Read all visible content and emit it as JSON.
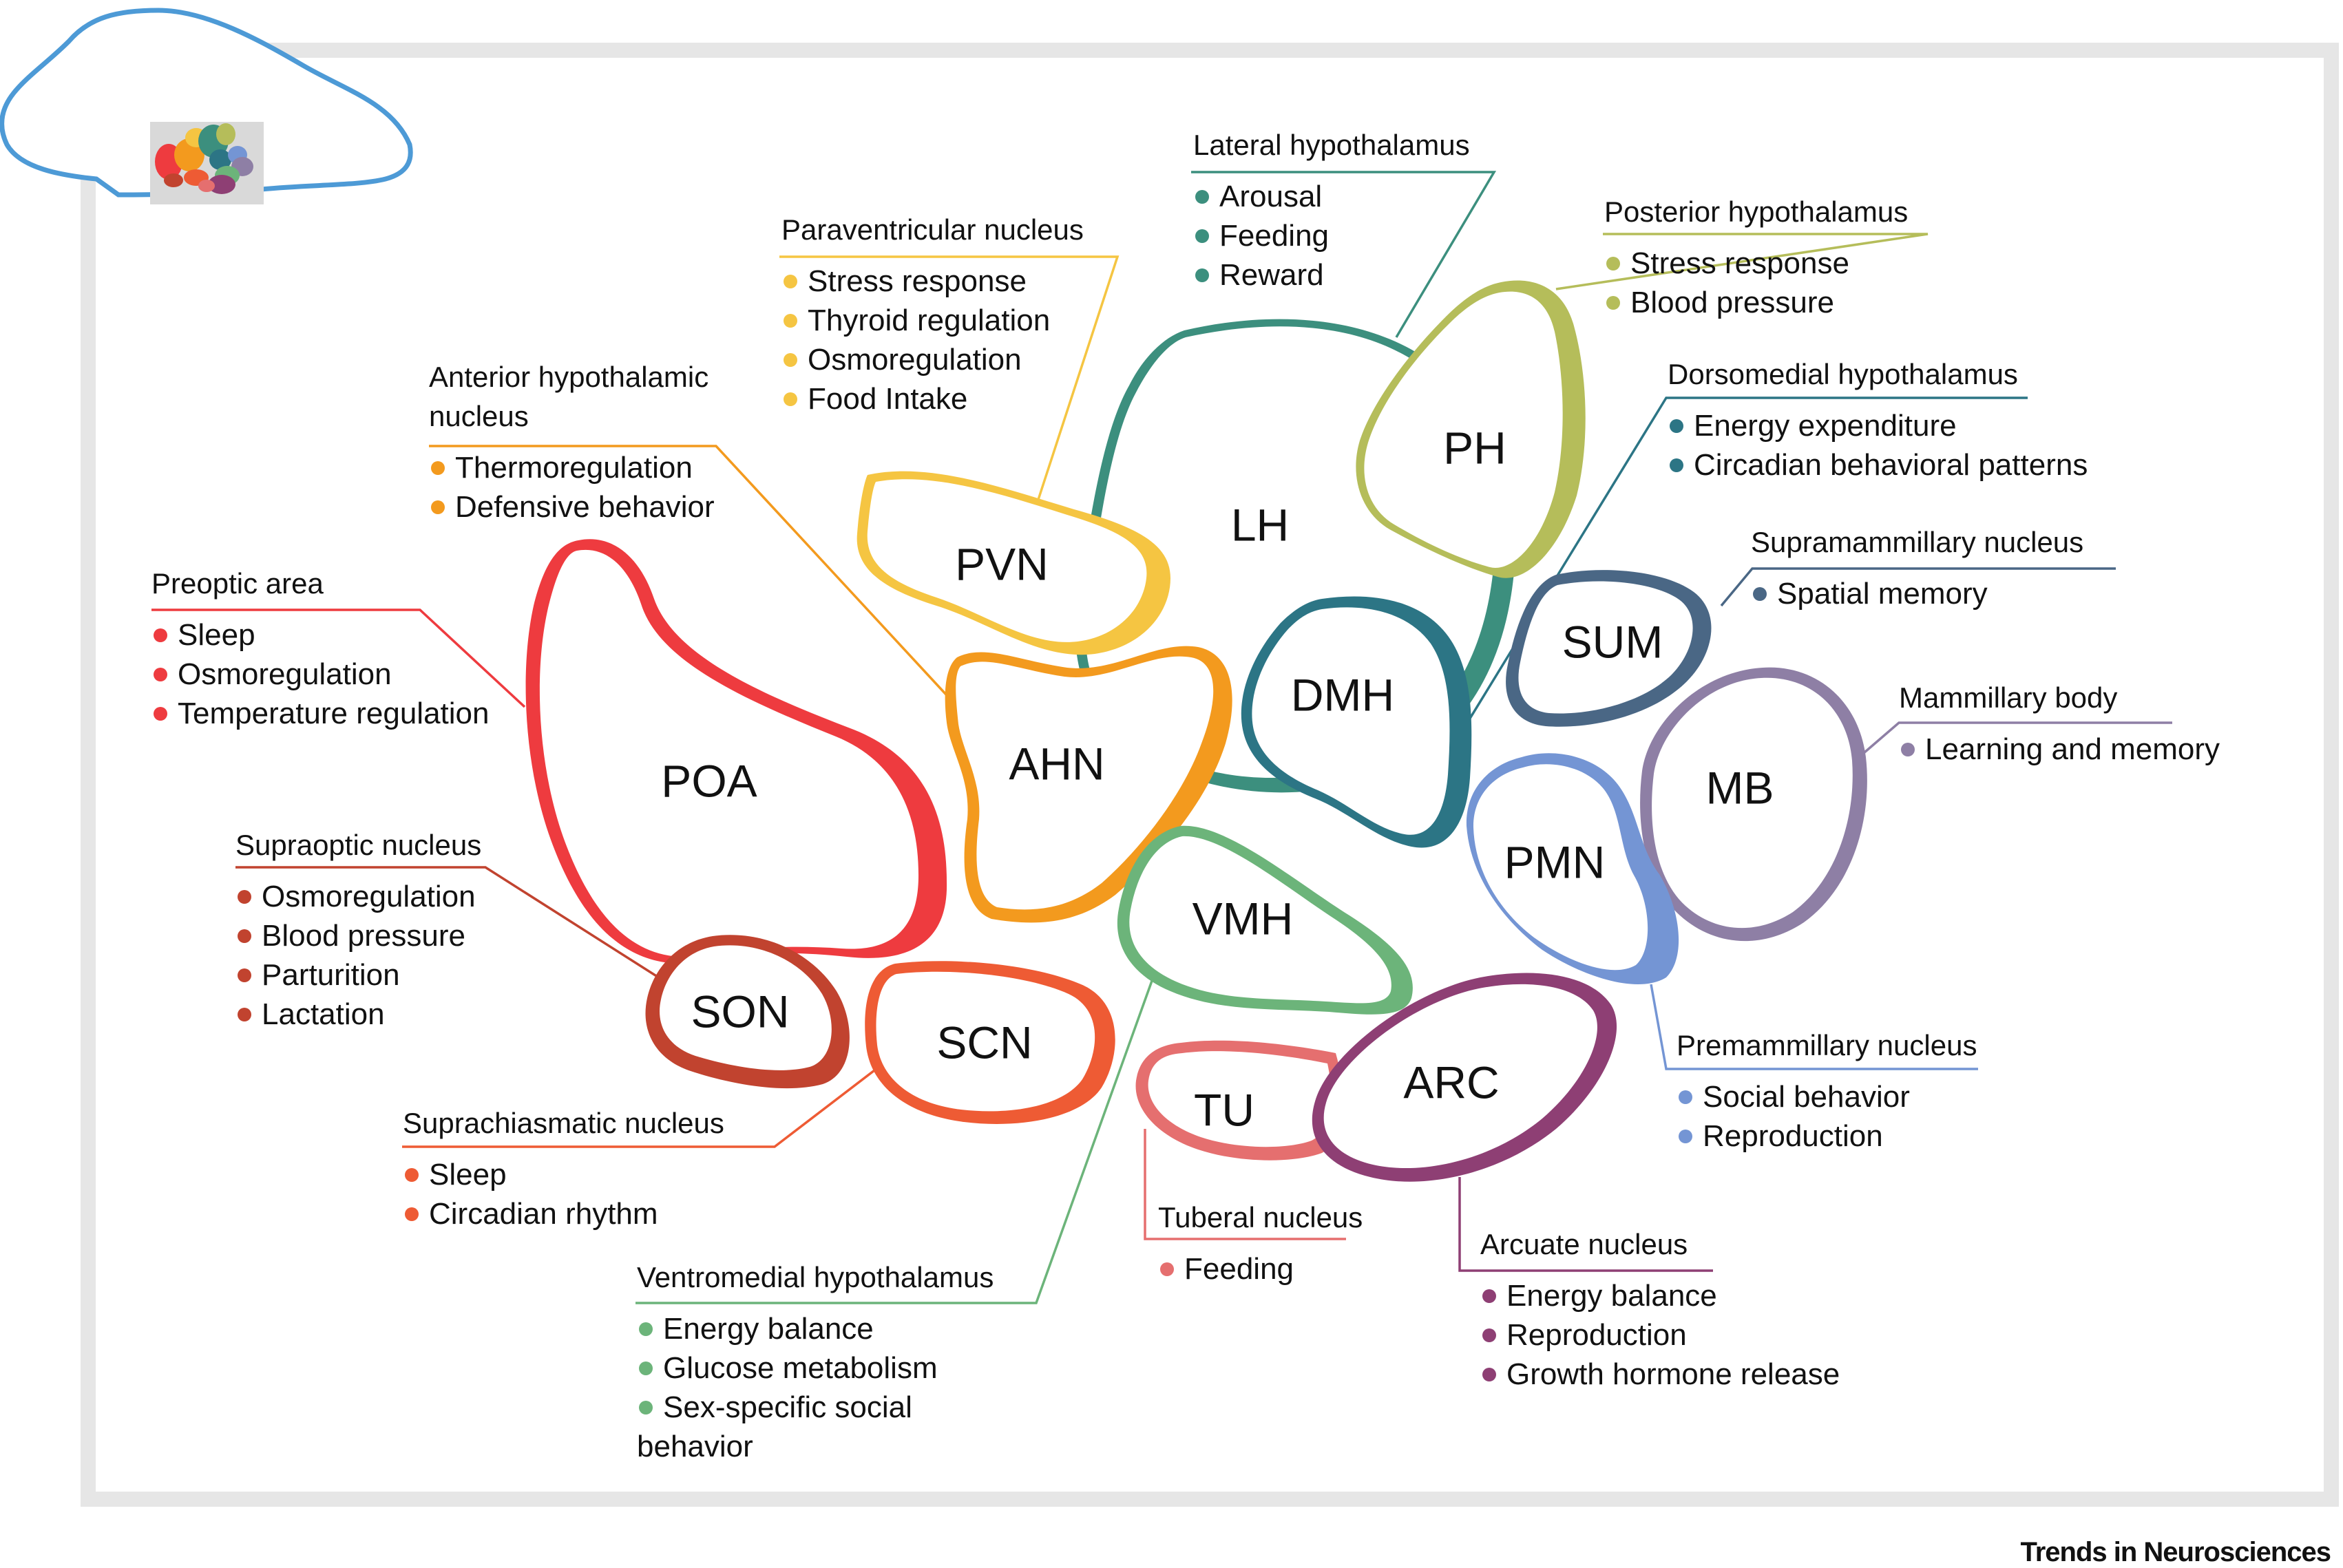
{
  "credit": "Trends in Neurosciences",
  "regions": [
    {
      "id": "poa",
      "abbr": "POA",
      "title": [
        "Preoptic area"
      ],
      "items": [
        [
          "Sleep"
        ],
        [
          "Osmoregulation"
        ],
        [
          "Temperature regulation"
        ]
      ],
      "color": "#EE3B3F"
    },
    {
      "id": "ahn",
      "abbr": "AHN",
      "title": [
        "Anterior hypothalamic",
        "nucleus"
      ],
      "items": [
        [
          "Thermoregulation"
        ],
        [
          "Defensive behavior"
        ]
      ],
      "color": "#F39A1E"
    },
    {
      "id": "pvn",
      "abbr": "PVN",
      "title": [
        "Paraventricular nucleus"
      ],
      "items": [
        [
          "Stress response"
        ],
        [
          "Thyroid regulation"
        ],
        [
          "Osmoregulation"
        ],
        [
          "Food Intake"
        ]
      ],
      "color": "#F5C542"
    },
    {
      "id": "lh",
      "abbr": "LH",
      "title": [
        "Lateral hypothalamus"
      ],
      "items": [
        [
          "Arousal"
        ],
        [
          "Feeding"
        ],
        [
          "Reward"
        ]
      ],
      "color": "#3C8F7E"
    },
    {
      "id": "ph",
      "abbr": "PH",
      "title": [
        "Posterior hypothalamus"
      ],
      "items": [
        [
          "Stress response"
        ],
        [
          "Blood pressure"
        ]
      ],
      "color": "#B5BD5A"
    },
    {
      "id": "dmh",
      "abbr": "DMH",
      "title": [
        "Dorsomedial hypothalamus"
      ],
      "items": [
        [
          "Energy expenditure"
        ],
        [
          "Circadian behavioral patterns"
        ]
      ],
      "color": "#2C7585"
    },
    {
      "id": "sum",
      "abbr": "SUM",
      "title": [
        "Supramammillary nucleus"
      ],
      "items": [
        [
          "Spatial memory"
        ]
      ],
      "color": "#4A6785"
    },
    {
      "id": "mb",
      "abbr": "MB",
      "title": [
        "Mammillary body"
      ],
      "items": [
        [
          "Learning and memory"
        ]
      ],
      "color": "#8E7FA5"
    },
    {
      "id": "pmn",
      "abbr": "PMN",
      "title": [
        "Premammillary nucleus"
      ],
      "items": [
        [
          "Social behavior"
        ],
        [
          "Reproduction"
        ]
      ],
      "color": "#7495D4"
    },
    {
      "id": "arc",
      "abbr": "ARC",
      "title": [
        "Arcuate nucleus"
      ],
      "items": [
        [
          "Energy balance"
        ],
        [
          "Reproduction"
        ],
        [
          "Growth hormone release"
        ]
      ],
      "color": "#8E3F74"
    },
    {
      "id": "tu",
      "abbr": "TU",
      "title": [
        "Tuberal nucleus"
      ],
      "items": [
        [
          "Feeding"
        ]
      ],
      "color": "#E56F6F"
    },
    {
      "id": "vmh",
      "abbr": "VMH",
      "title": [
        "Ventromedial hypothalamus"
      ],
      "items": [
        [
          "Energy balance"
        ],
        [
          "Glucose metabolism"
        ],
        [
          "Sex-specific social",
          "behavior"
        ]
      ],
      "color": "#6CB47A"
    },
    {
      "id": "scn",
      "abbr": "SCN",
      "title": [
        "Suprachiasmatic nucleus"
      ],
      "items": [
        [
          "Sleep"
        ],
        [
          "Circadian rhythm"
        ]
      ],
      "color": "#EE5B34"
    },
    {
      "id": "son",
      "abbr": "SON",
      "title": [
        "Supraoptic nucleus"
      ],
      "items": [
        [
          "Osmoregulation"
        ],
        [
          "Blood pressure"
        ],
        [
          "Parturition"
        ],
        [
          "Lactation"
        ]
      ],
      "color": "#C1432F"
    }
  ],
  "colors": {
    "frame": "#E6E6E6",
    "brain_outline": "#4D9AD6",
    "inset_bg": "#D9D9D9"
  },
  "icons": {
    "thumbnail": "mouse-brain-outline-icon"
  }
}
